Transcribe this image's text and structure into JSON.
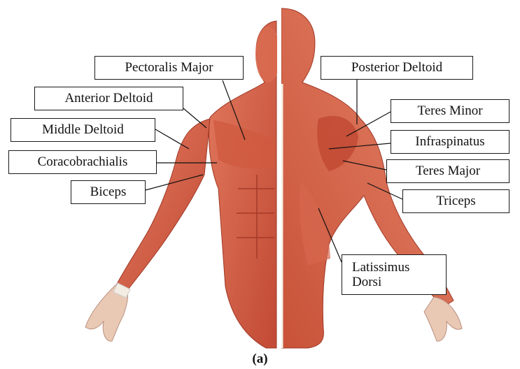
{
  "figure": {
    "caption": "(a)",
    "colors": {
      "skin_muscle": "#d9634a",
      "muscle_dark": "#b23d2b",
      "tendon": "#f2ece3",
      "background": "#ffffff",
      "label_border": "#1a1a1a"
    }
  },
  "labels": {
    "pectoralis_major": "Pectoralis Major",
    "anterior_deltoid": "Anterior Deltoid",
    "middle_deltoid": "Middle Deltoid",
    "coracobrachialis": "Coracobrachialis",
    "biceps": "Biceps",
    "posterior_deltoid": "Posterior Deltoid",
    "teres_minor": "Teres Minor",
    "infraspinatus": "Infraspinatus",
    "teres_major": "Teres Major",
    "triceps": "Triceps",
    "latissimus_dorsi": "Latissimus\nDorsi"
  }
}
